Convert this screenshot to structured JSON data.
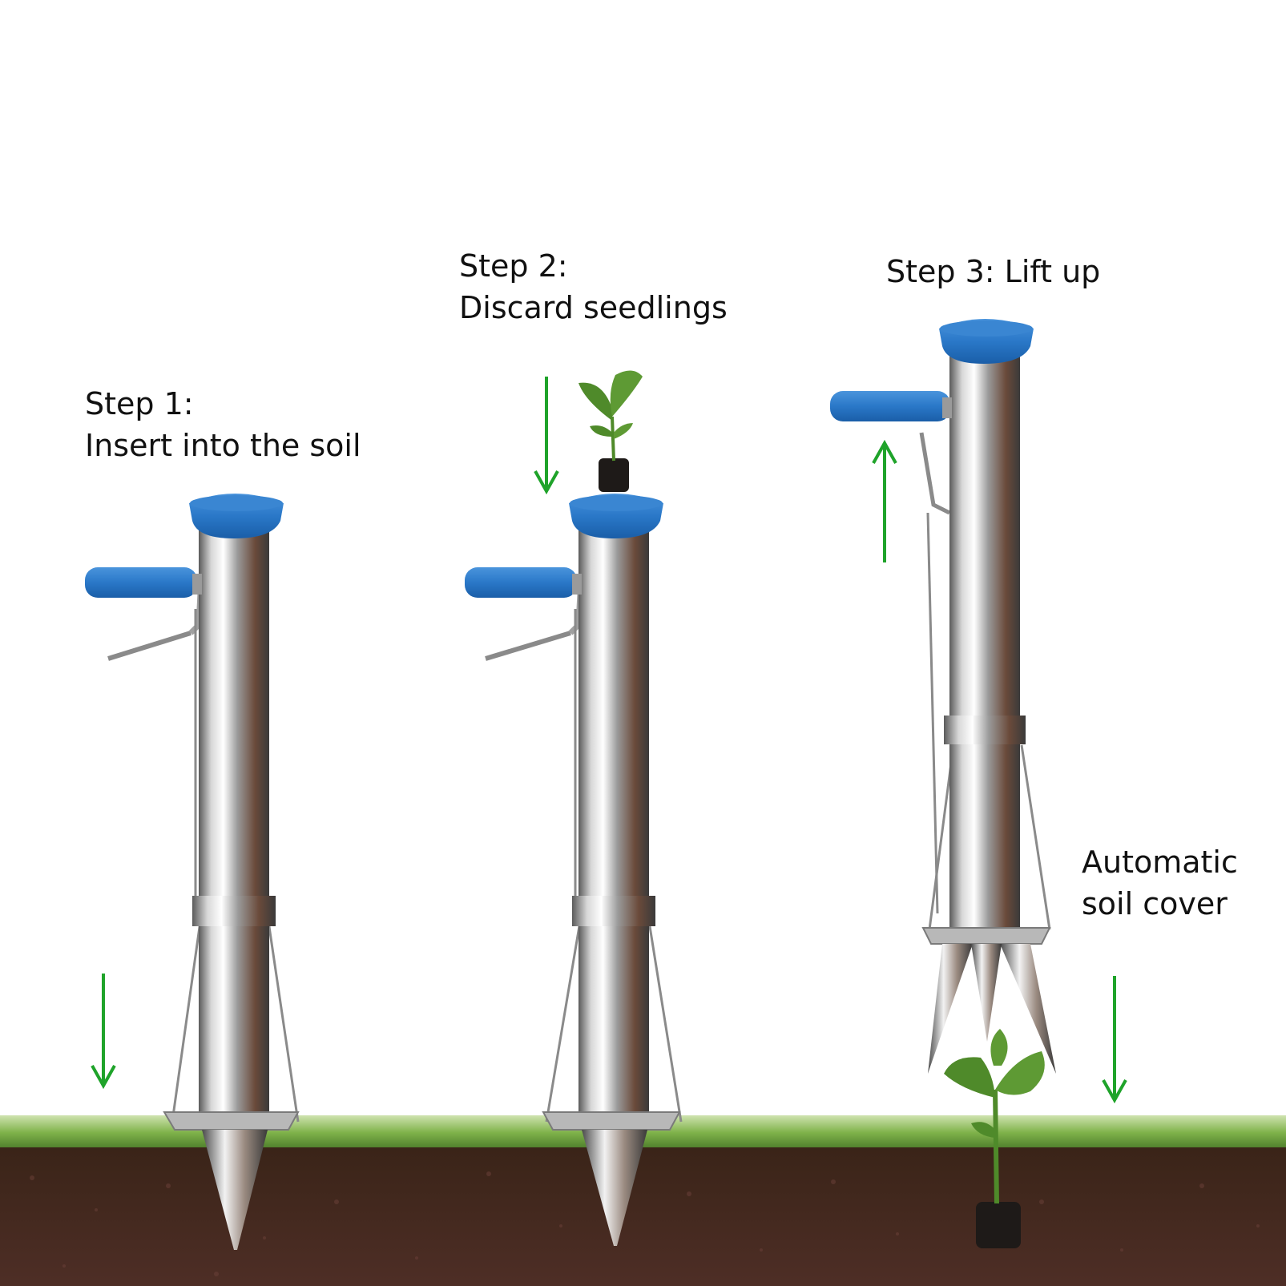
{
  "labels": {
    "step1": {
      "line1": "Step 1:",
      "line2": "Insert into the soil"
    },
    "step2": {
      "line1": "Step 2:",
      "line2": "Discard seedlings"
    },
    "step3": {
      "line1": "Step 3: Lift up"
    },
    "auto": {
      "line1": "Automatic",
      "line2": "soil cover"
    }
  },
  "colors": {
    "arrow": "#1fa32a",
    "handle_blue": "#2a78c8",
    "steel": "#c8c8c8",
    "grass": "#5c9a2e",
    "soil": "#4a2a22",
    "leaf": "#4f8a2a"
  },
  "icons": {
    "arrow_down": "arrow-down-icon",
    "arrow_up": "arrow-up-icon"
  }
}
